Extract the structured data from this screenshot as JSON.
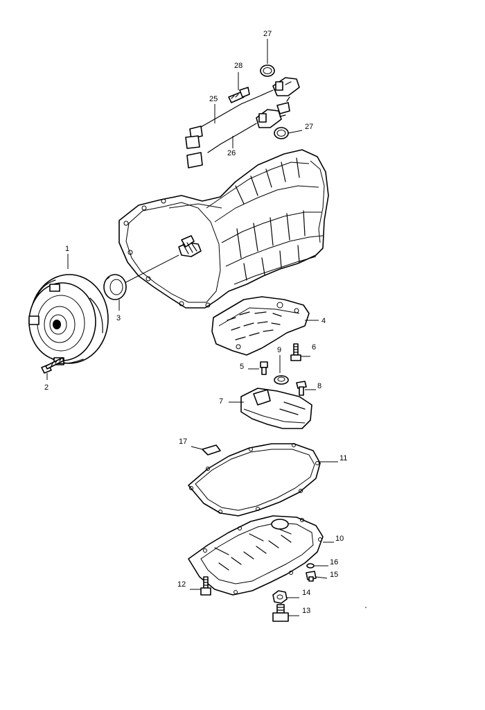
{
  "callouts": {
    "c1": "1",
    "c2": "2",
    "c3": "3",
    "c4": "4",
    "c5": "5",
    "c6": "6",
    "c7": "7",
    "c8": "8",
    "c9": "9",
    "c10": "10",
    "c11": "11",
    "c12": "12",
    "c13": "13",
    "c14": "14",
    "c15": "15",
    "c16": "16",
    "c17": "17",
    "c25": "25",
    "c26": "26",
    "c27a": "27",
    "c27b": "27",
    "c28": "28"
  }
}
